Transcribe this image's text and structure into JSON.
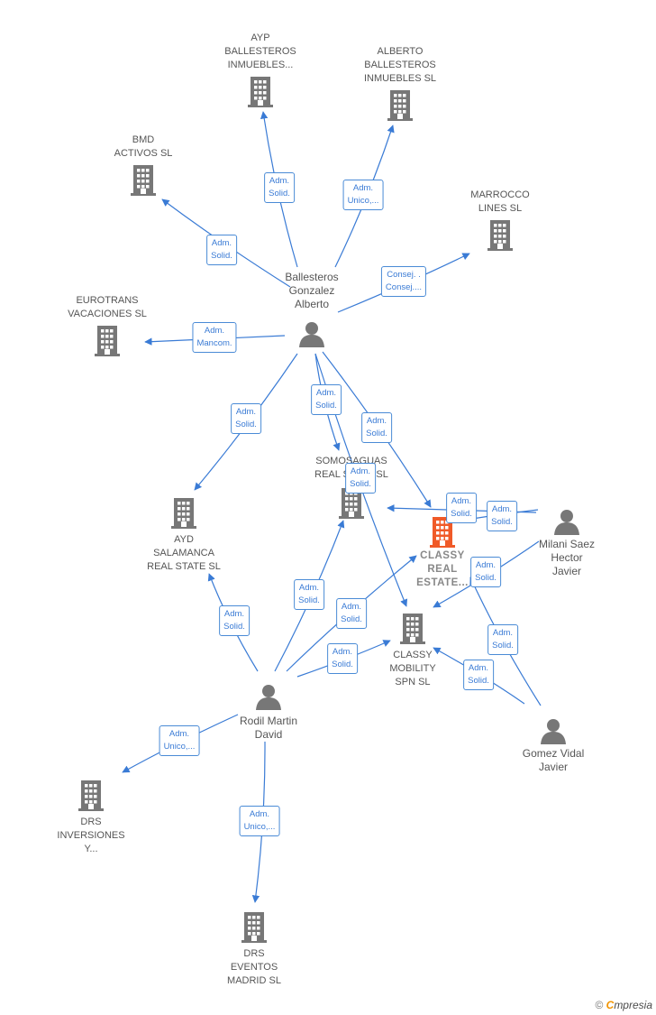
{
  "colors": {
    "edge": "#3a7bd5",
    "building": "#777777",
    "building_main": "#f05a28",
    "person": "#777777"
  },
  "companies": [
    {
      "id": "ayp",
      "label": "AYP\nBALLESTEROS\nINMUEBLES..."
    },
    {
      "id": "alberto",
      "label": "ALBERTO\nBALLESTEROS\nINMUEBLES  SL"
    },
    {
      "id": "bmd",
      "label": "BMD\nACTIVOS  SL"
    },
    {
      "id": "marrocco",
      "label": "MARROCCO\nLINES  SL"
    },
    {
      "id": "eurotrans",
      "label": "EUROTRANS\nVACACIONES SL"
    },
    {
      "id": "somosaguas",
      "label": "SOMOSAGUAS\nREAL STATE SL"
    },
    {
      "id": "classy_real",
      "label": "CLASSY\nREAL\nESTATE...",
      "main": true
    },
    {
      "id": "ayd",
      "label": "AYD\nSALAMANCA\nREAL STATE  SL"
    },
    {
      "id": "classy_mobility",
      "label": "CLASSY\nMOBILITY\nSPN  SL"
    },
    {
      "id": "drs_inv",
      "label": "DRS\nINVERSIONES\nY..."
    },
    {
      "id": "drs_eventos",
      "label": "DRS\nEVENTOS\nMADRID  SL"
    }
  ],
  "people": [
    {
      "id": "ballesteros",
      "label": "Ballesteros\nGonzalez\nAlberto"
    },
    {
      "id": "milani",
      "label": "Milani Saez\nHector\nJavier"
    },
    {
      "id": "rodil",
      "label": "Rodil Martin\nDavid"
    },
    {
      "id": "gomez",
      "label": "Gomez Vidal\nJavier"
    }
  ],
  "edges": [
    {
      "from": "ballesteros",
      "to": "ayp",
      "label": "Adm.\nSolid."
    },
    {
      "from": "ballesteros",
      "to": "alberto",
      "label": "Adm.\nUnico,..."
    },
    {
      "from": "ballesteros",
      "to": "bmd",
      "label": "Adm.\nSolid."
    },
    {
      "from": "ballesteros",
      "to": "marrocco",
      "label": "Consej. .\nConsej...."
    },
    {
      "from": "ballesteros",
      "to": "eurotrans",
      "label": "Adm.\nMancom."
    },
    {
      "from": "ballesteros",
      "to": "ayd",
      "label": "Adm.\nSolid."
    },
    {
      "from": "ballesteros",
      "to": "somosaguas",
      "label": "Adm.\nSolid."
    },
    {
      "from": "ballesteros",
      "to": "classy_real",
      "label": "Adm.\nSolid."
    },
    {
      "from": "ballesteros",
      "to": "classy_mobility",
      "label": "Adm.\nSolid."
    },
    {
      "from": "milani",
      "to": "somosaguas",
      "label": "Adm.\nSolid."
    },
    {
      "from": "milani",
      "to": "classy_real",
      "label": "Adm.\nSolid."
    },
    {
      "from": "milani",
      "to": "classy_mobility",
      "label": "Adm.\nSolid."
    },
    {
      "from": "rodil",
      "to": "ayd",
      "label": "Adm.\nSolid."
    },
    {
      "from": "rodil",
      "to": "somosaguas",
      "label": "Adm.\nSolid."
    },
    {
      "from": "rodil",
      "to": "classy_real",
      "label": "Adm.\nSolid."
    },
    {
      "from": "rodil",
      "to": "classy_mobility",
      "label": "Adm.\nSolid."
    },
    {
      "from": "rodil",
      "to": "drs_inv",
      "label": "Adm.\nUnico,..."
    },
    {
      "from": "rodil",
      "to": "drs_eventos",
      "label": "Adm.\nUnico,..."
    },
    {
      "from": "gomez",
      "to": "classy_real",
      "label": "Adm.\nSolid."
    },
    {
      "from": "gomez",
      "to": "classy_mobility",
      "label": "Adm.\nSolid."
    }
  ],
  "footer": {
    "copyright": "©",
    "brand_first": "C",
    "brand_rest": "mpresia"
  }
}
